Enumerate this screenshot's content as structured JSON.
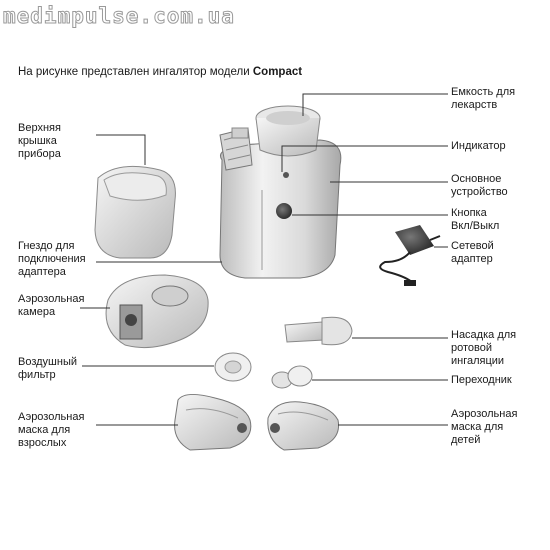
{
  "watermark": "medimpulse.com.ua",
  "caption": {
    "prefix": "На рисунке представлен ингалятор модели ",
    "model": "Compact"
  },
  "labels_left": [
    {
      "id": "top-cover",
      "text": "Верхняя\nкрышка\nприбора"
    },
    {
      "id": "adapter-socket",
      "text": "Гнездо для\nподключения\nадаптера"
    },
    {
      "id": "aerosol-chamber",
      "text": "Аэрозольная\nкамера"
    },
    {
      "id": "air-filter",
      "text": "Воздушный\nфильтр"
    },
    {
      "id": "adult-mask",
      "text": "Аэрозольная\nмаска для\nвзрослых"
    }
  ],
  "labels_right": [
    {
      "id": "medicine-container",
      "text": "Емкость для\nлекарств"
    },
    {
      "id": "indicator",
      "text": "Индикатор"
    },
    {
      "id": "main-unit",
      "text": "Основное\nустройство"
    },
    {
      "id": "power-button",
      "text": "Кнопка\nВкл/Выкл"
    },
    {
      "id": "network-adapter",
      "text": "Сетевой\nадаптер"
    },
    {
      "id": "mouth-nozzle",
      "text": "Насадка для\nротовой\nингаляции"
    },
    {
      "id": "adapter-piece",
      "text": "Переходник"
    },
    {
      "id": "child-mask",
      "text": "Аэрозольная\nмаска для\nдетей"
    }
  ]
}
